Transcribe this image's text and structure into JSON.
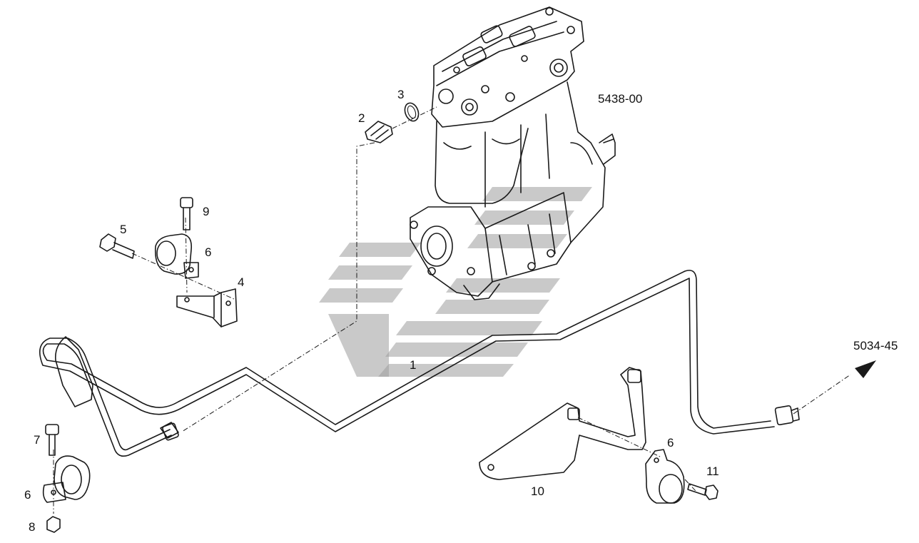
{
  "diagram": {
    "callouts": {
      "ref_compressor": "5438-00",
      "ref_continuation": "5034-45",
      "n1": "1",
      "n2": "2",
      "n3": "3",
      "n4": "4",
      "n5": "5",
      "n6a": "6",
      "n6b": "6",
      "n6c": "6",
      "n7": "7",
      "n8": "8",
      "n9": "9",
      "n10": "10",
      "n11": "11"
    },
    "colors": {
      "line": "#1a1a1a",
      "watermark": "#9c9c9c",
      "background": "#ffffff"
    }
  }
}
